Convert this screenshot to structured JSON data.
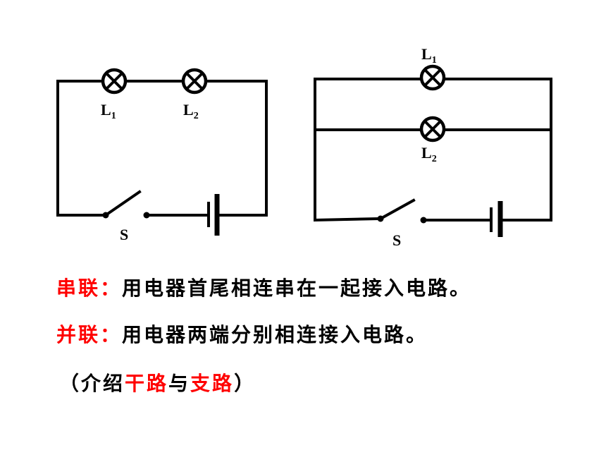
{
  "series_circuit": {
    "lamp1_label": "L",
    "lamp1_sub": "1",
    "lamp2_label": "L",
    "lamp2_sub": "2",
    "switch_label": "S"
  },
  "parallel_circuit": {
    "lamp1_label": "L",
    "lamp1_sub": "1",
    "lamp2_label": "L",
    "lamp2_sub": "2",
    "switch_label": "S"
  },
  "definitions": {
    "series_term": "串联：",
    "series_text": "用电器首尾相连串在一起接入电路。",
    "parallel_term": "并联：",
    "parallel_text": "用电器两端分别相连接入电路。"
  },
  "note": {
    "open": "（介绍",
    "term1": "干路",
    "mid": "与",
    "term2": "支路",
    "close": "）"
  },
  "colors": {
    "highlight": "#ff0000",
    "line": "#000000"
  }
}
